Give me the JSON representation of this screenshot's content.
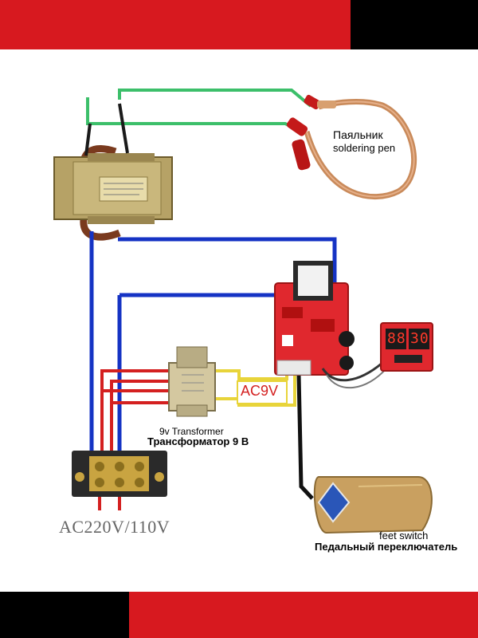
{
  "labels": {
    "pen_ru": "Паяльник",
    "pen_en": "soldering pen",
    "ac9v": "AC9V",
    "transformer_en": "9v Transformer",
    "transformer_ru": "Трансформатор 9 В",
    "mains": "AC220V/110V",
    "switch_en": "feet switch",
    "switch_ru": "Педальный переключатель"
  },
  "display": {
    "left": "88",
    "right": "30"
  },
  "colors": {
    "band_red": "#d7191f",
    "band_black": "#000000",
    "wire_blue": "#1533c4",
    "wire_green": "#3cbf6a",
    "wire_red": "#d42020",
    "wire_yellow": "#e8d43a",
    "wire_black": "#111111",
    "board_red": "#e0282e"
  }
}
